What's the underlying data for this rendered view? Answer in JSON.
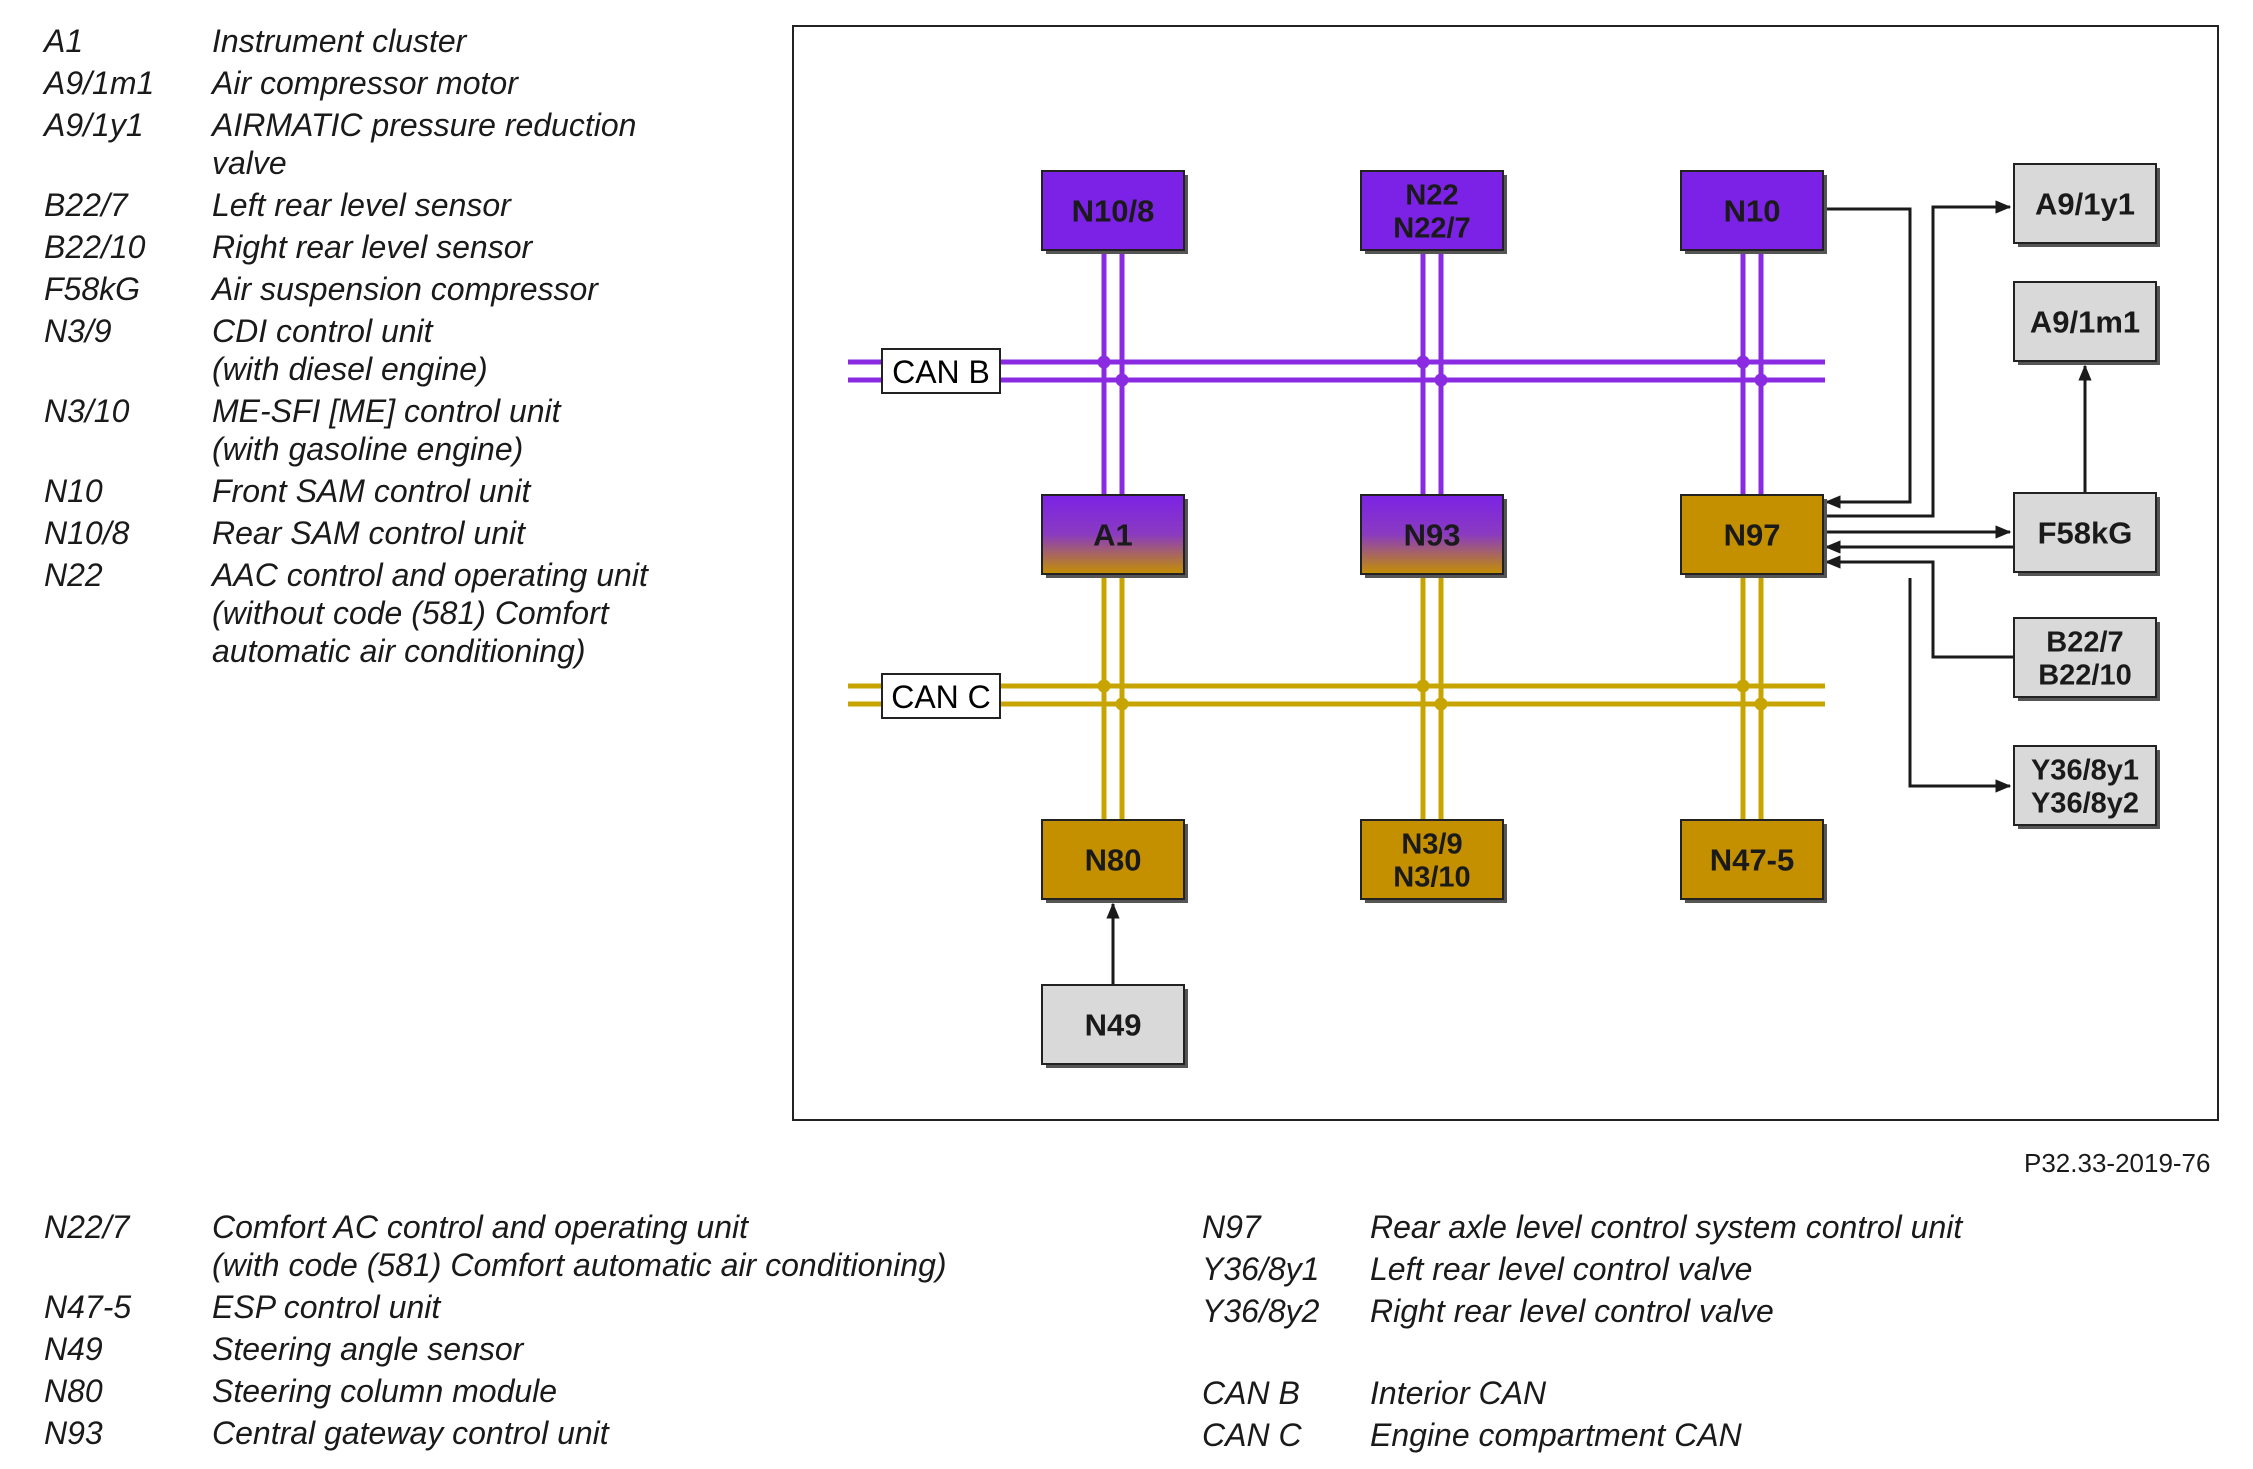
{
  "figure_ref": "P32.33-2019-76",
  "colors": {
    "can_b": "#8a2be2",
    "can_c": "#c8a400",
    "box_purple": "#7b22e6",
    "box_gold": "#c49000",
    "box_grey": "#d9d9d9"
  },
  "legend_top": [
    {
      "code": "A1",
      "desc": [
        "Instrument cluster"
      ]
    },
    {
      "code": "A9/1m1",
      "desc": [
        "Air compressor motor"
      ]
    },
    {
      "code": "A9/1y1",
      "desc": [
        "AIRMATIC pressure reduction",
        "valve"
      ]
    },
    {
      "code": "B22/7",
      "desc": [
        "Left rear level sensor"
      ]
    },
    {
      "code": "B22/10",
      "desc": [
        "Right rear level sensor"
      ]
    },
    {
      "code": "F58kG",
      "desc": [
        "Air suspension compressor"
      ]
    },
    {
      "code": "N3/9",
      "desc": [
        "CDI control unit",
        "(with diesel engine)"
      ]
    },
    {
      "code": "N3/10",
      "desc": [
        "ME-SFI [ME] control unit",
        "(with gasoline engine)"
      ]
    },
    {
      "code": "N10",
      "desc": [
        "Front SAM control unit"
      ]
    },
    {
      "code": "N10/8",
      "desc": [
        "Rear SAM control unit"
      ]
    },
    {
      "code": "N22",
      "desc": [
        "AAC control and operating unit",
        "(without code (581) Comfort",
        "automatic air conditioning)"
      ]
    }
  ],
  "legend_bottom_left": [
    {
      "code": "N22/7",
      "desc": [
        "Comfort AC control and operating unit",
        "(with code (581) Comfort automatic air conditioning)"
      ]
    },
    {
      "code": "N47-5",
      "desc": [
        "ESP control unit"
      ]
    },
    {
      "code": "N49",
      "desc": [
        "Steering angle sensor"
      ]
    },
    {
      "code": "N80",
      "desc": [
        "Steering column module"
      ]
    },
    {
      "code": "N93",
      "desc": [
        "Central gateway control unit"
      ]
    }
  ],
  "legend_bottom_right": [
    {
      "code": "N97",
      "desc": [
        "Rear axle level control system control unit"
      ]
    },
    {
      "code": "Y36/8y1",
      "desc": [
        "Left rear level control valve"
      ]
    },
    {
      "code": "Y36/8y2",
      "desc": [
        "Right rear level control valve"
      ]
    },
    {
      "code": "CAN B",
      "desc": [
        "Interior CAN"
      ]
    },
    {
      "code": "CAN C",
      "desc": [
        "Engine compartment CAN"
      ]
    }
  ],
  "diagram": {
    "bus_labels": {
      "can_b": "CAN B",
      "can_c": "CAN C"
    },
    "boxes": {
      "n10_8": [
        "N10/8"
      ],
      "n22": [
        "N22",
        "N22/7"
      ],
      "n10": [
        "N10"
      ],
      "a1": [
        "A1"
      ],
      "n93": [
        "N93"
      ],
      "n97": [
        "N97"
      ],
      "n80": [
        "N80"
      ],
      "n3": [
        "N3/9",
        "N3/10"
      ],
      "n47": [
        "N47-5"
      ],
      "n49": [
        "N49"
      ],
      "a9_1y1": [
        "A9/1y1"
      ],
      "a9_1m1": [
        "A9/1m1"
      ],
      "f58kg": [
        "F58kG"
      ],
      "b22": [
        "B22/7",
        "B22/10"
      ],
      "y36": [
        "Y36/8y1",
        "Y36/8y2"
      ]
    }
  }
}
